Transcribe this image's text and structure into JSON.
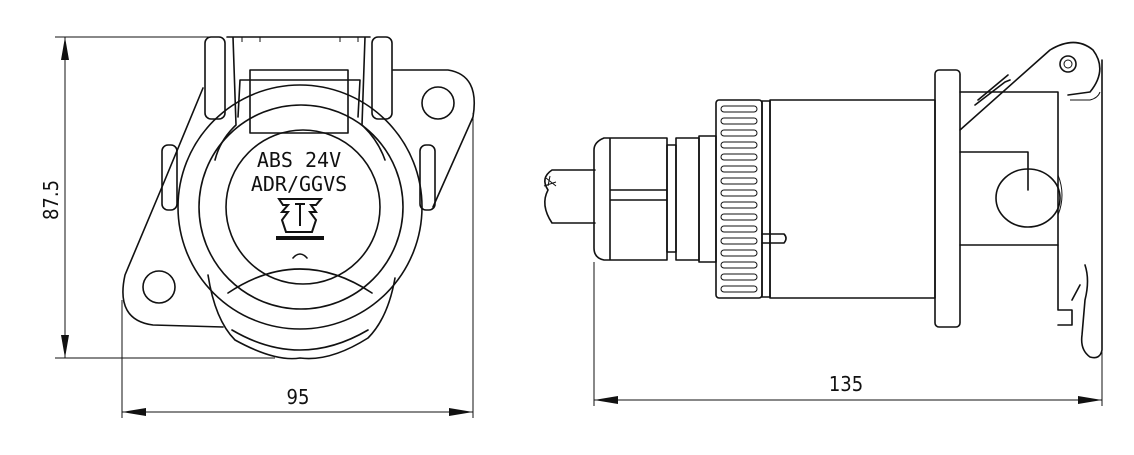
{
  "drawing": {
    "front_view": {
      "marking_line1": "ABS 24V",
      "marking_line2": "ADR/GGVS",
      "symbol": "cert-mark-icon",
      "dim_height": "87.5",
      "dim_width": "95"
    },
    "side_view": {
      "dim_length": "135"
    },
    "colors": {
      "line": "#111111",
      "background": "#ffffff"
    }
  }
}
